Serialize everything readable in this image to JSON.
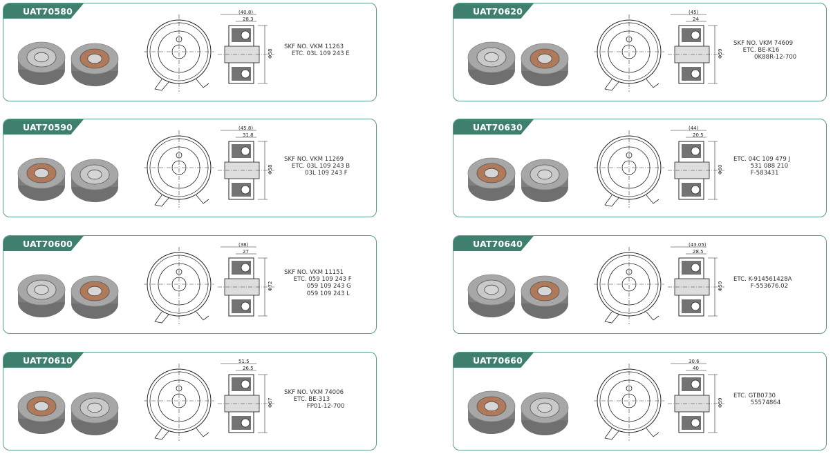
{
  "products": [
    {
      "code": "UAT70580",
      "lines": [
        "SKF NO. VKM 11263",
        "    ETC. 03L 109 243 E"
      ],
      "dims": [
        "(40.8)",
        "28.3",
        "Φ58"
      ]
    },
    {
      "code": "UAT70590",
      "lines": [
        "SKF NO. VKM 11269",
        "    ETC. 03L 109 243 B",
        "           03L 109 243 F"
      ],
      "dims": [
        "(45.8)",
        "31.8",
        "Φ58"
      ]
    },
    {
      "code": "UAT70600",
      "lines": [
        "SKF NO. VKM 11151",
        "     ETC. 059 109 243 F",
        "            059 109 243 G",
        "            059 109 243 L"
      ],
      "dims": [
        "(38)",
        "27",
        "Φ72"
      ]
    },
    {
      "code": "UAT70610",
      "lines": [
        "SKF NO. VKM 74006",
        "     ETC. BE-313",
        "            FP01-12-700"
      ],
      "dims": [
        "51.5",
        "26.5",
        "Φ67"
      ]
    },
    {
      "code": "UAT70620",
      "lines": [
        "SKF NO. VKM 74609",
        "     ETC. BE-K16",
        "           0K88R-12-700"
      ],
      "dims": [
        "(45)",
        "24",
        "Φ59"
      ]
    },
    {
      "code": "UAT70630",
      "lines": [
        "ETC. 04C 109 479 J",
        "         531 088 210",
        "         F-583431"
      ],
      "dims": [
        "(44)",
        "20.5",
        "Φ60"
      ]
    },
    {
      "code": "UAT70640",
      "lines": [
        "ETC. K-914561428A",
        "         F-553676.02"
      ],
      "dims": [
        "(43.05)",
        "28.5",
        "Φ59"
      ]
    },
    {
      "code": "UAT70660",
      "lines": [
        "ETC. GTB0730",
        "         55574864"
      ],
      "dims": [
        "30.6",
        "40",
        "Φ59"
      ]
    }
  ],
  "colors": {
    "border": "#5a9c8a",
    "tag": "#3f7f6e"
  },
  "icons": [
    "tensioner-photo",
    "front-view-drawing",
    "section-view-drawing"
  ]
}
